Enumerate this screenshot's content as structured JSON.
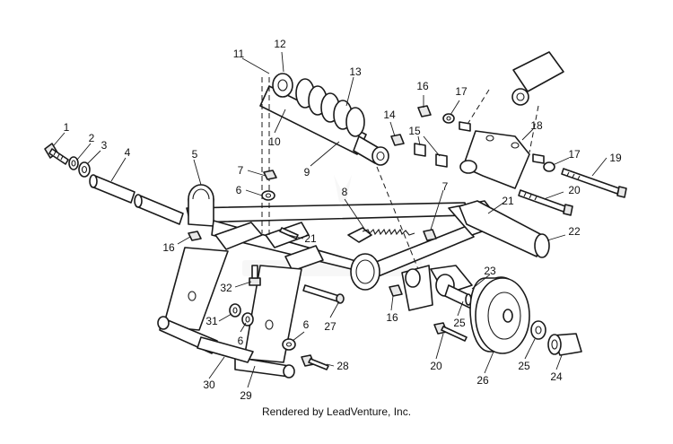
{
  "footer": "Rendered by LeadVenture, Inc.",
  "callouts": [
    {
      "n": "1"
    },
    {
      "n": "2"
    },
    {
      "n": "3"
    },
    {
      "n": "4"
    },
    {
      "n": "5"
    },
    {
      "n": "7"
    },
    {
      "n": "6"
    },
    {
      "n": "16"
    },
    {
      "n": "11"
    },
    {
      "n": "12"
    },
    {
      "n": "13"
    },
    {
      "n": "10"
    },
    {
      "n": "9"
    },
    {
      "n": "8"
    },
    {
      "n": "21"
    },
    {
      "n": "32"
    },
    {
      "n": "31"
    },
    {
      "n": "6"
    },
    {
      "n": "30"
    },
    {
      "n": "29"
    },
    {
      "n": "6"
    },
    {
      "n": "28"
    },
    {
      "n": "27"
    },
    {
      "n": "16"
    },
    {
      "n": "14"
    },
    {
      "n": "15"
    },
    {
      "n": "16"
    },
    {
      "n": "17"
    },
    {
      "n": "18"
    },
    {
      "n": "17"
    },
    {
      "n": "19"
    },
    {
      "n": "20"
    },
    {
      "n": "21"
    },
    {
      "n": "7"
    },
    {
      "n": "22"
    },
    {
      "n": "23"
    },
    {
      "n": "25"
    },
    {
      "n": "20"
    },
    {
      "n": "26"
    },
    {
      "n": "25"
    },
    {
      "n": "24"
    }
  ]
}
